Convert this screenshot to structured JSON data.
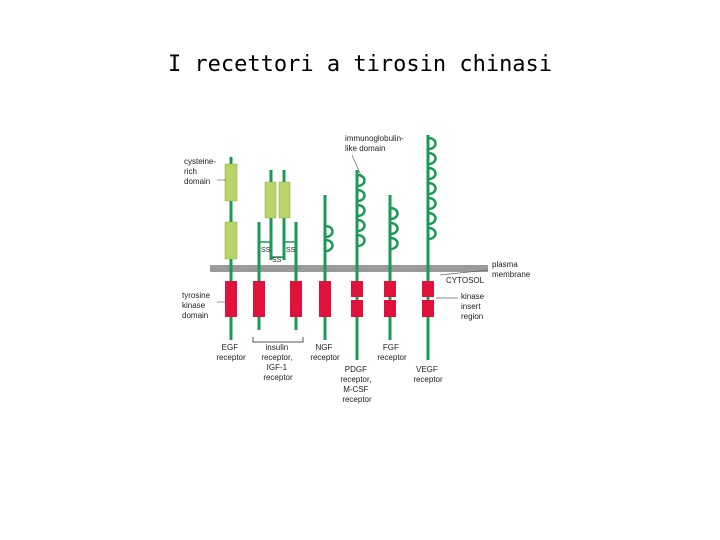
{
  "title": "I recettori a tirosin chinasi",
  "colors": {
    "stem": "#1a9a55",
    "cysteine_domain": "#b8d56a",
    "kinase_domain": "#e0113a",
    "membrane": "#9a9a9a",
    "loop": "#1a9a55",
    "label": "#222222"
  },
  "domain_labels": {
    "cysteine": [
      "cysteine-",
      "rich",
      "domain"
    ],
    "immunoglobulin": [
      "immunoglobulin-",
      "like domain"
    ],
    "tyrosine": [
      "tyrosine",
      "kinase",
      "domain"
    ],
    "plasma_membrane": [
      "plasma",
      "membrane"
    ],
    "cytosol": "CYTOSOL",
    "kinase_insert": [
      "kinase",
      "insert",
      "region"
    ],
    "ss": "SS"
  },
  "receptors": [
    {
      "id": "egf",
      "label": [
        "EGF",
        "receptor"
      ]
    },
    {
      "id": "insulin",
      "label": [
        "insulin",
        "receptor,",
        "IGF-1",
        "receptor"
      ]
    },
    {
      "id": "ngf",
      "label": [
        "NGF",
        "receptor"
      ]
    },
    {
      "id": "pdgf",
      "label": [
        "PDGF",
        "receptor,",
        "M-CSF",
        "receptor"
      ]
    },
    {
      "id": "fgf",
      "label": [
        "FGF",
        "receptor"
      ]
    },
    {
      "id": "vegf",
      "label": [
        "VEGF",
        "receptor"
      ]
    }
  ]
}
